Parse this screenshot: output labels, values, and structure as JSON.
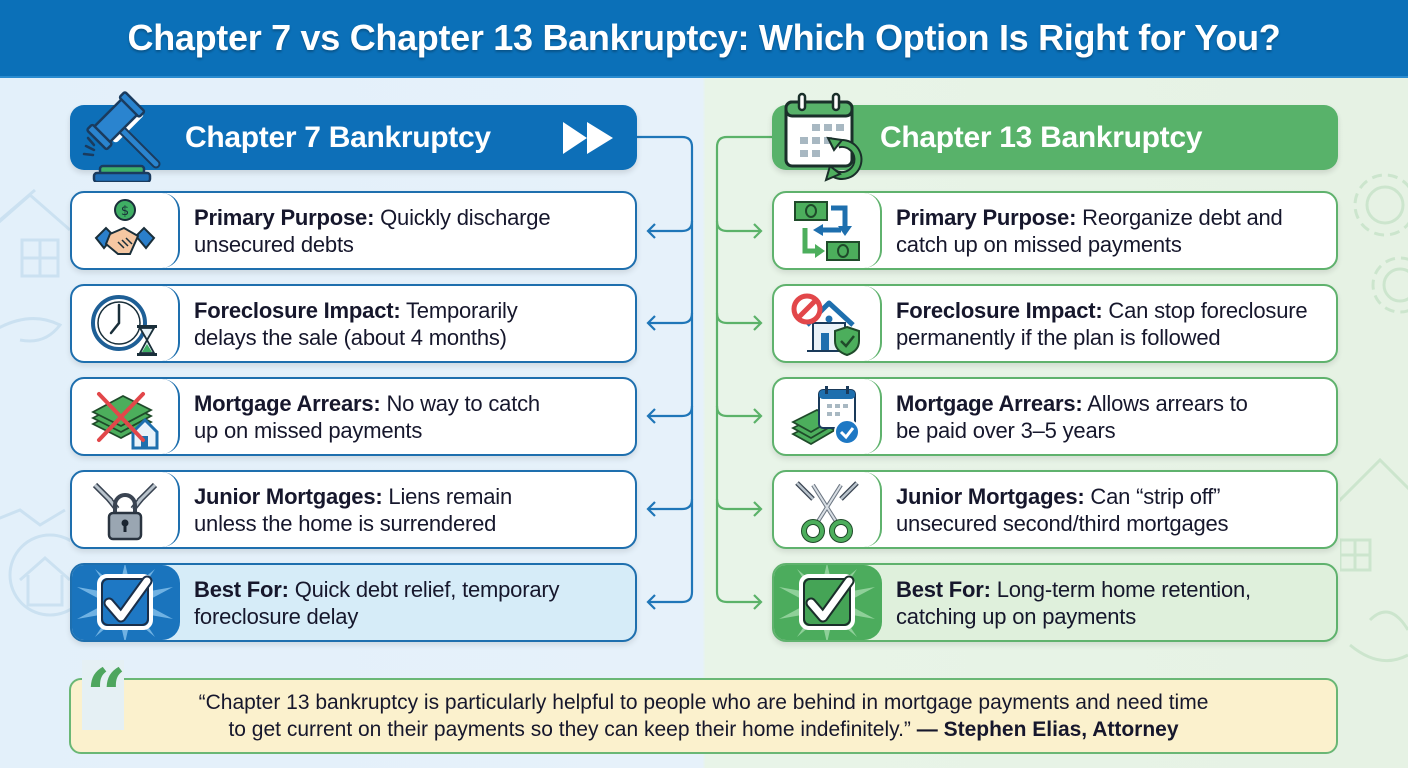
{
  "title": "Chapter 7 vs Chapter 13 Bankruptcy: Which Option Is Right for You?",
  "colors": {
    "title_bar": "#0b70b8",
    "chapter7_accent": "#0d6fb8",
    "chapter13_accent": "#58b26a",
    "quote_bg": "#fbf1cd",
    "text": "#16172c"
  },
  "chapter7": {
    "header": "Chapter 7 Bankruptcy",
    "header_icon": "gavel-icon",
    "header_trailing_icon": "fast-forward-icon",
    "items": [
      {
        "icon": "handshake-money-icon",
        "label": "Primary Purpose:",
        "text": "Quickly discharge",
        "text2": "unsecured debts"
      },
      {
        "icon": "clock-hourglass-icon",
        "label": "Foreclosure Impact:",
        "text": "Temporarily",
        "text2": "delays the sale (about 4 months)"
      },
      {
        "icon": "cash-crossed-house-icon",
        "label": "Mortgage Arrears:",
        "text": "No way to catch",
        "text2": "up on missed payments"
      },
      {
        "icon": "chain-padlock-icon",
        "label": "Junior Mortgages:",
        "text": "Liens remain",
        "text2": "unless the home is surrendered"
      },
      {
        "icon": "checkmark-badge-icon",
        "label": "Best For:",
        "text": "Quick debt relief, temporary",
        "text2": "foreclosure delay"
      }
    ]
  },
  "chapter13": {
    "header": "Chapter 13 Bankruptcy",
    "header_icon": "calendar-cycle-icon",
    "items": [
      {
        "icon": "money-exchange-icon",
        "label": "Primary Purpose:",
        "text": "Reorganize debt and",
        "text2": "catch up on missed payments"
      },
      {
        "icon": "house-shield-stop-icon",
        "label": "Foreclosure Impact:",
        "text": "Can stop foreclosure",
        "text2": "permanently if the plan is followed"
      },
      {
        "icon": "cash-calendar-check-icon",
        "label": "Mortgage Arrears:",
        "text": "Allows arrears to",
        "text2": "be paid over 3–5 years"
      },
      {
        "icon": "scissors-chain-icon",
        "label": "Junior Mortgages:",
        "text": "Can “strip off”",
        "text2": "unsecured second/third mortgages"
      },
      {
        "icon": "checkmark-badge-icon",
        "label": "Best For:",
        "text": "Long-term home retention,",
        "text2": "catching up on payments"
      }
    ]
  },
  "quote": {
    "mark": "“",
    "line1": "“Chapter 13 bankruptcy is particularly helpful to people who are behind in mortgage payments and need time",
    "line2": "to get current on their payments so they can keep their home indefinitely.” ",
    "author": "— Stephen Elias, Attorney"
  }
}
